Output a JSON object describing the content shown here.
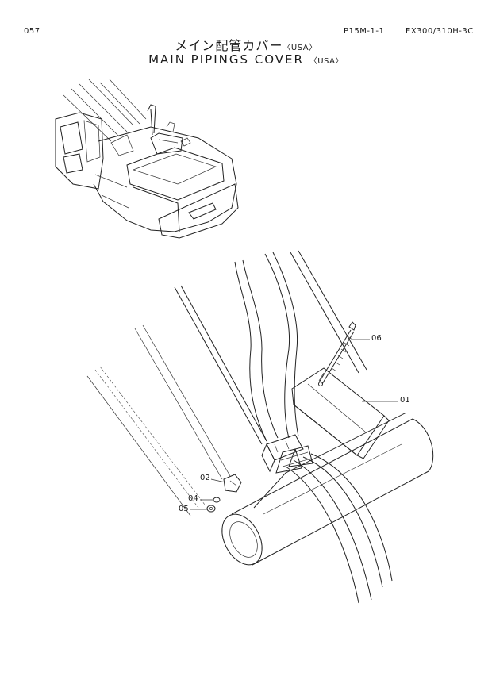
{
  "header": {
    "page_number": "057",
    "figure_code": "P15M-1-1",
    "model_code": "EX300/310H-3C"
  },
  "title": {
    "japanese": "メイン配管カバー",
    "japanese_region": "〈USA〉",
    "english": "MAIN PIPINGS COVER",
    "english_region": "〈USA〉"
  },
  "callouts": {
    "part_06": "06",
    "part_01": "01",
    "part_02": "02",
    "part_04": "04",
    "part_05": "05"
  }
}
